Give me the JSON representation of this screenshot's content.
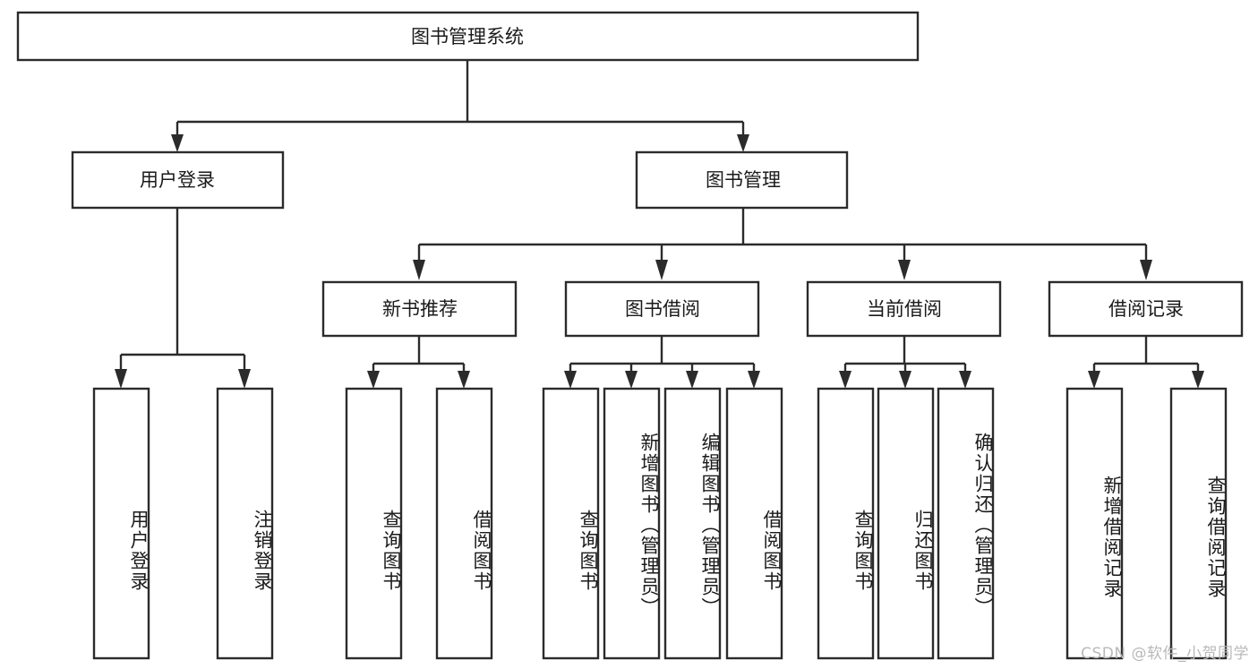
{
  "diagram": {
    "type": "tree-hierarchy",
    "title": "图书管理系统",
    "orientation": "top-down",
    "colors": {
      "stroke": "#2b2b2b",
      "fill": "#ffffff",
      "text": "#1a1a1a",
      "watermark": "#b9b9b9",
      "background": "#ffffff"
    },
    "levels": [
      {
        "level": 1,
        "nodes": [
          {
            "id": "root",
            "label": "图书管理系统",
            "orientation": "horizontal"
          }
        ]
      },
      {
        "level": 2,
        "nodes": [
          {
            "id": "login",
            "label": "用户登录",
            "orientation": "horizontal",
            "parent": "root"
          },
          {
            "id": "bookmgmt",
            "label": "图书管理",
            "orientation": "horizontal",
            "parent": "root"
          }
        ]
      },
      {
        "level": 3,
        "nodes": [
          {
            "id": "newbook",
            "label": "新书推荐",
            "orientation": "horizontal",
            "parent": "bookmgmt"
          },
          {
            "id": "borrow",
            "label": "图书借阅",
            "orientation": "horizontal",
            "parent": "bookmgmt"
          },
          {
            "id": "current",
            "label": "当前借阅",
            "orientation": "horizontal",
            "parent": "bookmgmt"
          },
          {
            "id": "records",
            "label": "借阅记录",
            "orientation": "horizontal",
            "parent": "bookmgmt"
          }
        ]
      },
      {
        "level": 4,
        "nodes": [
          {
            "id": "leaf-1",
            "label": "用户登录",
            "orientation": "vertical",
            "parent": "login"
          },
          {
            "id": "leaf-2",
            "label": "注销登录",
            "orientation": "vertical",
            "parent": "login"
          },
          {
            "id": "leaf-3",
            "label": "查询图书",
            "orientation": "vertical",
            "parent": "newbook"
          },
          {
            "id": "leaf-4",
            "label": "借阅图书",
            "orientation": "vertical",
            "parent": "newbook"
          },
          {
            "id": "leaf-5",
            "label": "查询图书",
            "orientation": "vertical",
            "parent": "borrow"
          },
          {
            "id": "leaf-6",
            "label": "新增图书（管理员）",
            "orientation": "vertical",
            "parent": "borrow"
          },
          {
            "id": "leaf-7",
            "label": "编辑图书（管理员）",
            "orientation": "vertical",
            "parent": "borrow"
          },
          {
            "id": "leaf-8",
            "label": "借阅图书",
            "orientation": "vertical",
            "parent": "borrow"
          },
          {
            "id": "leaf-9",
            "label": "查询图书",
            "orientation": "vertical",
            "parent": "current"
          },
          {
            "id": "leaf-10",
            "label": "归还图书",
            "orientation": "vertical",
            "parent": "current"
          },
          {
            "id": "leaf-11",
            "label": "确认归还（管理员）",
            "orientation": "vertical",
            "parent": "current"
          },
          {
            "id": "leaf-12",
            "label": "新增借阅记录",
            "orientation": "vertical",
            "parent": "records"
          },
          {
            "id": "leaf-13",
            "label": "查询借阅记录",
            "orientation": "vertical",
            "parent": "records"
          }
        ]
      }
    ]
  },
  "watermark": {
    "text": "CSDN @软件_小贺同学"
  }
}
